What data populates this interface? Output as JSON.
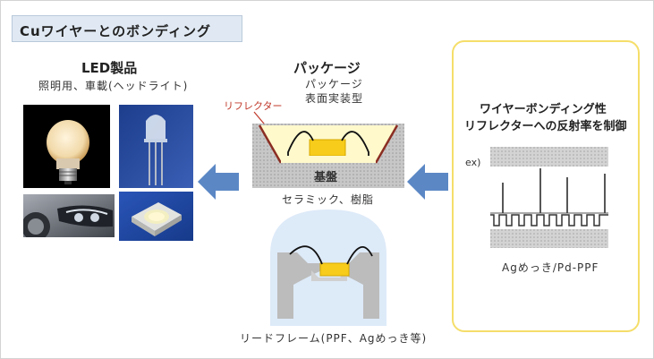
{
  "title": "Cuワイヤーとのボンディング",
  "led": {
    "heading": "LED製品",
    "subheading": "照明用、車載(ヘッドライト)"
  },
  "package": {
    "heading": "パッケージ",
    "sub1": "パッケージ",
    "sub2": "表面実装型",
    "reflector_label": "リフレクター",
    "substrate_label": "基盤",
    "material_label": "セラミック、樹脂"
  },
  "leadframe": {
    "label": "リードフレーム(PPF、Agめっき等)"
  },
  "property": {
    "line1": "ワイヤーボンディング性",
    "line2": "リフレクターへの反射率を制御",
    "example": "ex)",
    "plating_label": "Agめっき/Pd-PPF"
  },
  "colors": {
    "arrow": "#5b87c5",
    "reflector_label": "#c0392b",
    "chip": "#f7cc1a",
    "highlight_border": "#f5de6a",
    "title_bg": "#e0e9f3"
  }
}
